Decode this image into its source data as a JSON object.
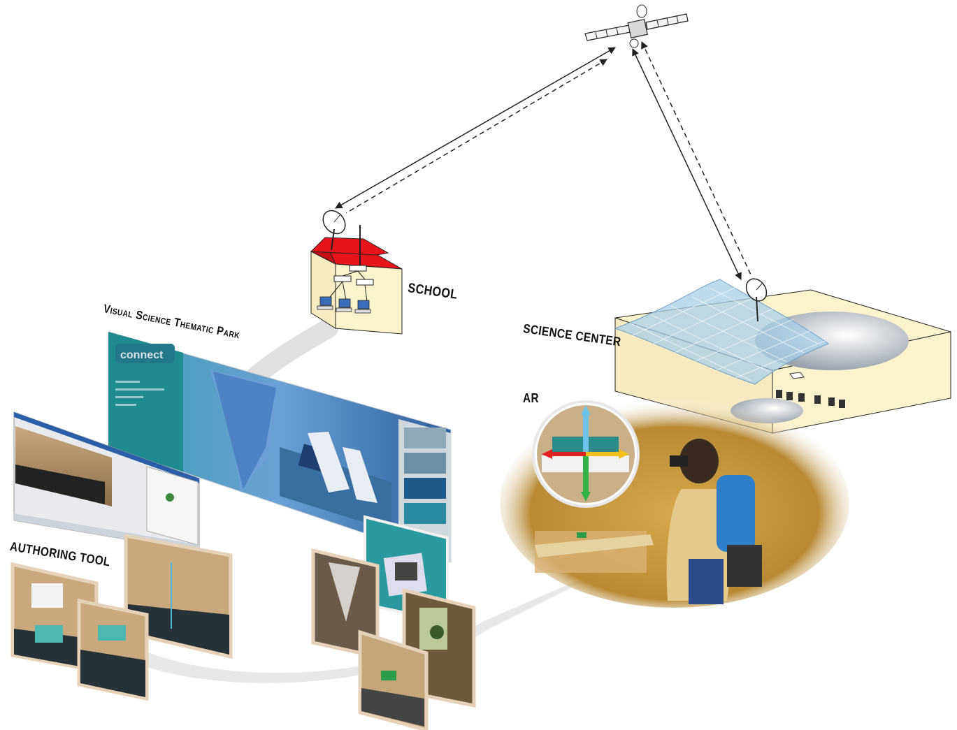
{
  "labels": {
    "school": "SCHOOL",
    "visual_park": "Visual Science Thematic Park",
    "science_center": "SCIENCE CENTER",
    "ar": "AR",
    "authoring_tool": "AUTHORING TOOL"
  },
  "colors": {
    "roof": "#e8141c",
    "building": "#fbf3cc",
    "ar_backdrop": "#c99a3c",
    "grid_overlay": "#a8cfe8",
    "teal_screen": "#2a9aa0"
  },
  "icons": [
    "satellite-icon",
    "dish-antenna-icon",
    "computer-icon"
  ]
}
